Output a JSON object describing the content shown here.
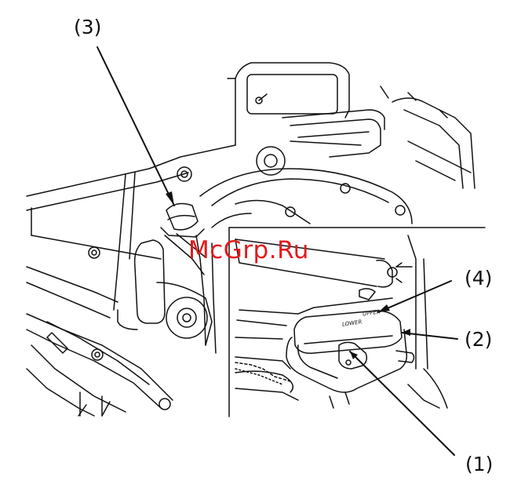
{
  "callouts": {
    "c1": "(1)",
    "c2": "(2)",
    "c3": "(3)",
    "c4": "(4)"
  },
  "sight_glass_marks": {
    "upper": "UPPER",
    "lower": "LOWER"
  },
  "watermark": "McGrp.Ru",
  "colors": {
    "line": "#111111",
    "watermark": "#e21b1b",
    "background": "#ffffff"
  }
}
